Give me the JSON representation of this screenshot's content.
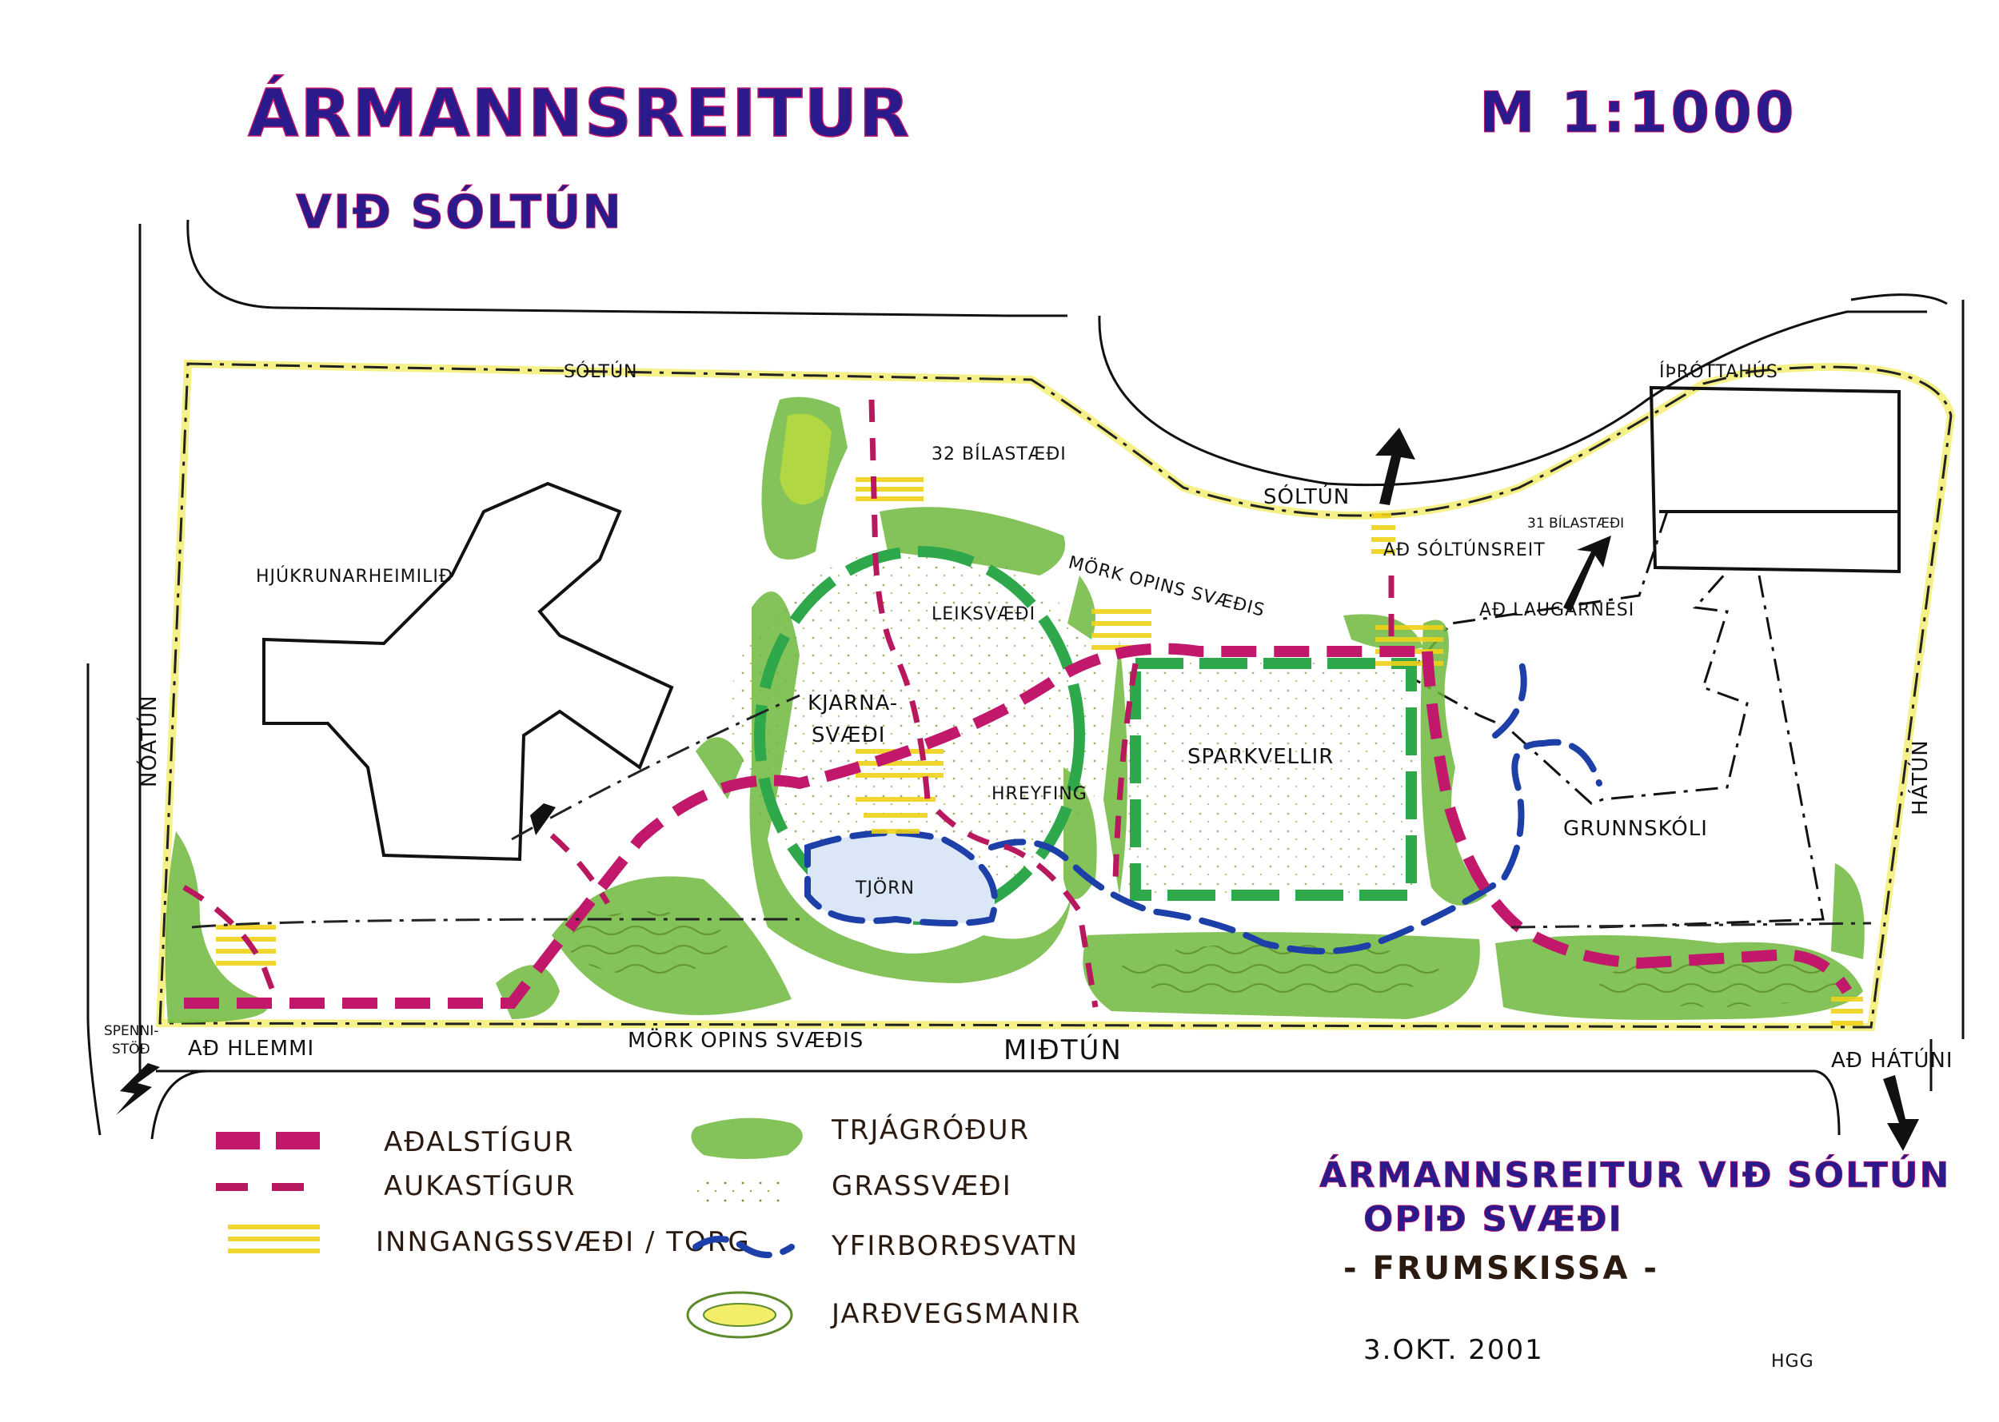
{
  "title": "ÁRMANNSREITUR",
  "subtitle": "VIÐ SÓLTÚN",
  "scale": "M 1:1000",
  "labels": {
    "soltun_top": "SÓLTÚN",
    "soltun_mid": "SÓLTÚN",
    "parking_32": "32 BÍLASTÆÐI",
    "parking_31": "31 BÍLASTÆÐI",
    "ad_soltunsreit": "AÐ SÓLTÚNSREIT",
    "ad_laugarnesi": "AÐ LAUGARNESI",
    "ithrottahus": "ÍÞRÓTTAHÚS",
    "hjukrunarheimili": "HJÚKRUNARHEIMILIÐ",
    "leiksvaedi": "LEIKSVÆÐI",
    "kjarnasvaedi_1": "KJARNA-",
    "kjarnasvaedi_2": "SVÆÐI",
    "hreyfing": "HREYFING",
    "tjorn": "TJÖRN",
    "mork_top": "MÖRK OPINS SVÆÐIS",
    "mork_bottom": "MÖRK OPINS SVÆÐIS",
    "sparkvellir": "SPARKVELLIR",
    "grunnskoli": "GRUNNSKÓLI",
    "noatun": "NÓATÚN",
    "hatun": "HÁTÚN",
    "miatun": "MIÐTÚN",
    "ad_hlemmi": "AÐ HLEMMI",
    "ad_hatuni": "AÐ HÁTÚNI",
    "spennistod_1": "SPENNI-",
    "spennistod_2": "STÖÐ"
  },
  "legend": [
    {
      "key": "adalstigur",
      "label": "AÐALSTÍGUR"
    },
    {
      "key": "aukastigur",
      "label": "AUKASTÍGUR"
    },
    {
      "key": "inngangur",
      "label": "INNGANGSSVÆÐI / TORG"
    },
    {
      "key": "trjagrodur",
      "label": "TRJÁGRÓÐUR"
    },
    {
      "key": "grassvaedi",
      "label": "GRASSVÆÐI"
    },
    {
      "key": "yfirbordsvatn",
      "label": "YFIRBORÐSVATN"
    },
    {
      "key": "jardvegsmanir",
      "label": "JARÐVEGSMANIR"
    }
  ],
  "titlebox": {
    "line1": "ÁRMANNSREITUR VIÐ SÓLTÚN",
    "line2": "OPIÐ SVÆÐI",
    "line3": "- FRUMSKISSA -"
  },
  "date": "3.OKT. 2001",
  "initials": "HGG",
  "colors": {
    "main_path": "#c2186b",
    "water": "#1c3fa8",
    "green": "#2ea84a",
    "entry": "#f0d21a",
    "title": "#2a1a8c"
  }
}
